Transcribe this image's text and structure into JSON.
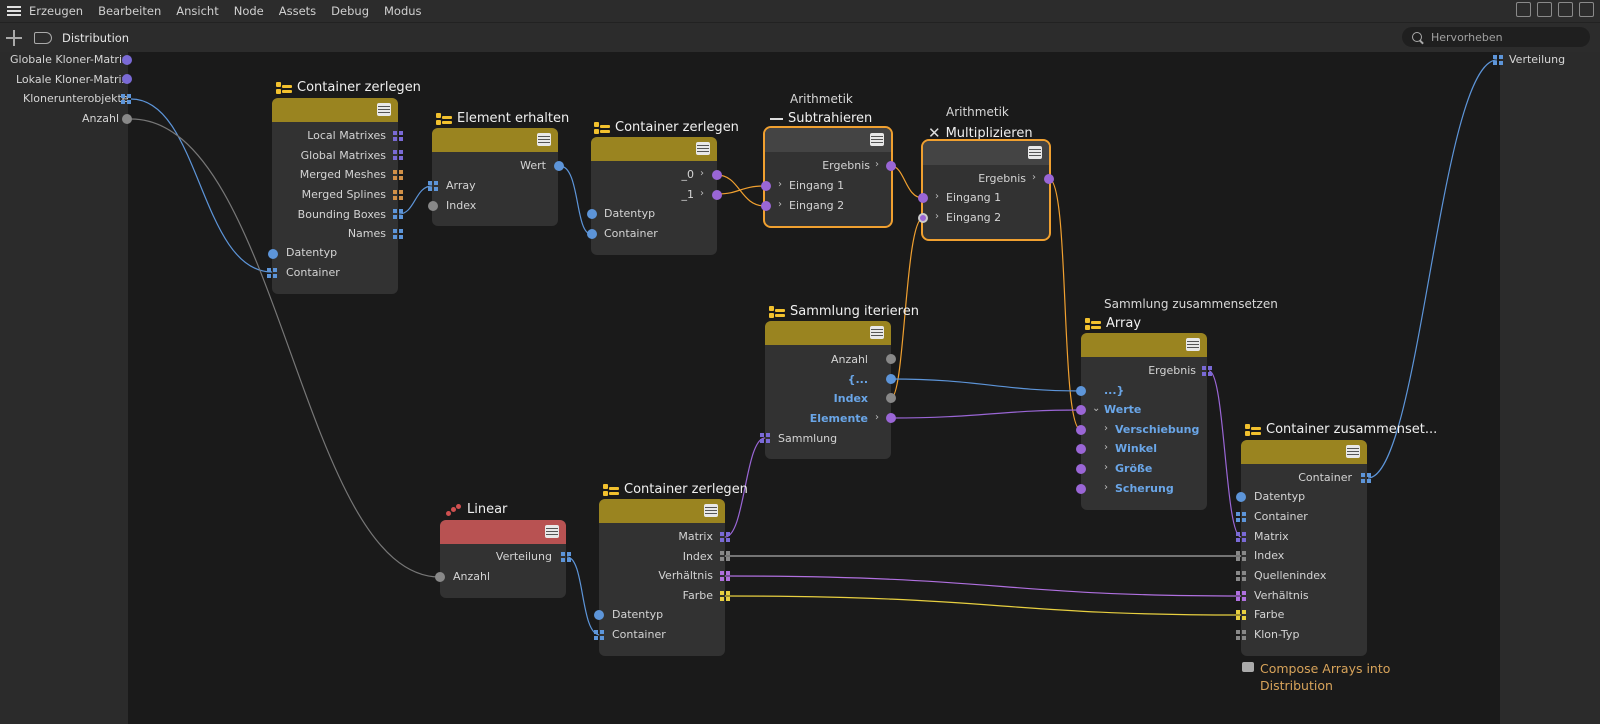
{
  "menubar": {
    "items": [
      "Erzeugen",
      "Bearbeiten",
      "Ansicht",
      "Node",
      "Assets",
      "Debug",
      "Modus"
    ]
  },
  "toolbar": {
    "breadcrumb": "Distribution",
    "search_placeholder": "Hervorheben"
  },
  "inputs_panel": {
    "ports": [
      "Globale Kloner-Matrix",
      "Lokale Kloner-Matrix",
      "Klonerunterobjekte",
      "Anzahl"
    ]
  },
  "outputs_panel": {
    "ports": [
      "Verteilung"
    ]
  },
  "nodes": {
    "container1": {
      "title": "Container zerlegen",
      "outputs": [
        "Local Matrixes",
        "Global Matrixes",
        "Merged Meshes",
        "Merged Splines",
        "Bounding Boxes",
        "Names"
      ],
      "inputs": [
        "Datentyp",
        "Container"
      ]
    },
    "element": {
      "title": "Element erhalten",
      "outputs": [
        "Wert"
      ],
      "inputs": [
        "Array",
        "Index"
      ]
    },
    "container2": {
      "title": "Container zerlegen",
      "outputs": [
        "_0",
        "_1"
      ],
      "inputs": [
        "Datentyp",
        "Container"
      ]
    },
    "subtract": {
      "category": "Arithmetik",
      "title": "Subtrahieren",
      "outputs": [
        "Ergebnis"
      ],
      "inputs": [
        "Eingang 1",
        "Eingang 2"
      ]
    },
    "multiply": {
      "category": "Arithmetik",
      "title": "Multiplizieren",
      "outputs": [
        "Ergebnis"
      ],
      "inputs": [
        "Eingang 1",
        "Eingang 2"
      ]
    },
    "iterate": {
      "title": "Sammlung iterieren",
      "outputs": [
        "Anzahl",
        "{...",
        "Index",
        "Elemente"
      ],
      "inputs": [
        "Sammlung"
      ]
    },
    "array": {
      "category": "Sammlung zusammensetzen",
      "title": "Array",
      "outputs": [
        "Ergebnis"
      ],
      "inputs": [
        "...}",
        "Werte",
        "Verschiebung",
        "Winkel",
        "Größe",
        "Scherung"
      ]
    },
    "linear": {
      "title": "Linear",
      "outputs": [
        "Verteilung"
      ],
      "inputs": [
        "Anzahl"
      ]
    },
    "container3": {
      "title": "Container zerlegen",
      "outputs": [
        "Matrix",
        "Index",
        "Verhältnis",
        "Farbe"
      ],
      "inputs": [
        "Datentyp",
        "Container"
      ]
    },
    "compose": {
      "title": "Container zusammenset...",
      "outputs": [
        "Container"
      ],
      "inputs": [
        "Datentyp",
        "Container",
        "Matrix",
        "Index",
        "Quellenindex",
        "Verhältnis",
        "Farbe",
        "Klon-Typ"
      ]
    }
  },
  "comment": {
    "text": "Compose Arrays into Distribution"
  },
  "colors": {
    "header_gold": "#9a8420",
    "header_red": "#b85252",
    "selection": "#f0a030",
    "port_purple": "#9a66d6",
    "port_blue": "#5d95d9",
    "port_gray": "#888888"
  }
}
